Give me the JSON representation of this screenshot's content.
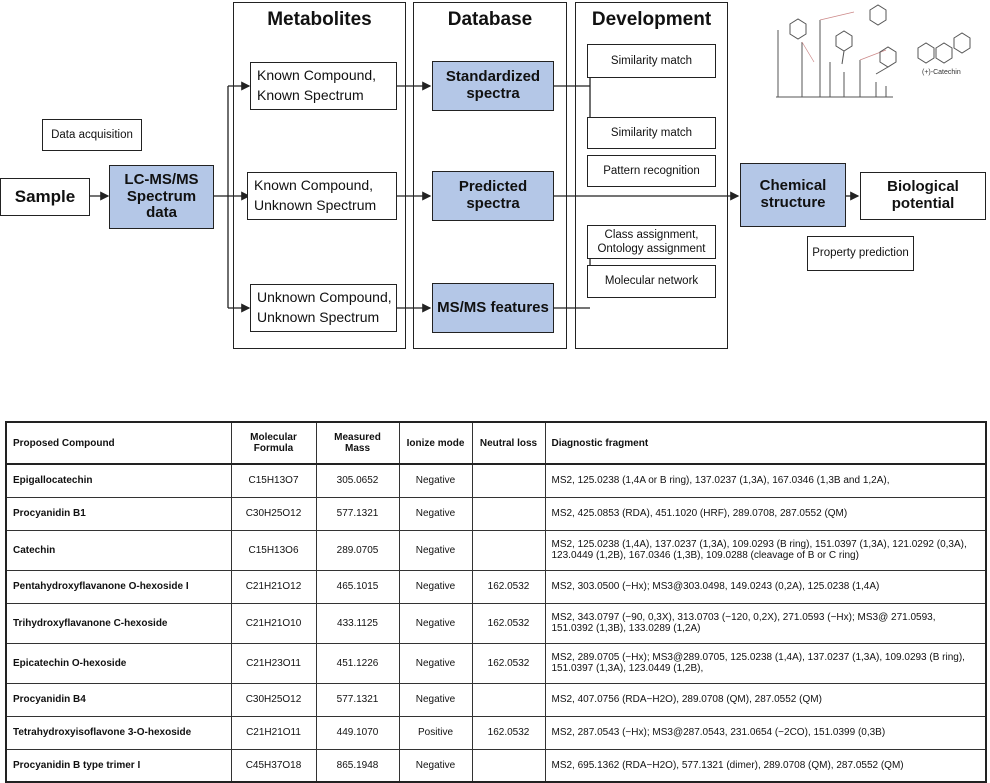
{
  "diagram": {
    "columns": {
      "metabolites": "Metabolites",
      "database": "Database",
      "development": "Development"
    },
    "data_acquisition": "Data acquisition",
    "sample": "Sample",
    "lcms": "LC-MS/MS Spectrum data",
    "metabolite_boxes": [
      "Known Compound, Known Spectrum",
      "Known Compound, Unknown Spectrum",
      "Unknown Compound, Unknown Spectrum"
    ],
    "database_boxes": [
      "Standardized spectra",
      "Predicted spectra",
      "MS/MS features"
    ],
    "development_boxes": [
      "Similarity match",
      "Similarity match",
      "Pattern recognition",
      "Class assignment, Ontology assignment",
      "Molecular network"
    ],
    "chemical_structure": "Chemical structure",
    "biological_potential": "Biological potential",
    "property_prediction": "Property prediction",
    "catechin_label": "(+)-Catechin"
  },
  "table": {
    "headers": [
      "Proposed Compound",
      "Molecular Formula",
      "Measured Mass",
      "Ionize mode",
      "Neutral loss",
      "Diagnostic fragment"
    ],
    "rows": [
      {
        "compound": "Epigallocatechin",
        "formula": "C15H13O7",
        "mass": "305.0652",
        "mode": "Negative",
        "loss": "",
        "fragment": "MS2, 125.0238 (1,4A or B ring), 137.0237 (1,3A), 167.0346 (1,3B and 1,2A),"
      },
      {
        "compound": "Procyanidin B1",
        "formula": "C30H25O12",
        "mass": "577.1321",
        "mode": "Negative",
        "loss": "",
        "fragment": "MS2, 425.0853 (RDA), 451.1020 (HRF), 289.0708, 287.0552 (QM)"
      },
      {
        "compound": "Catechin",
        "formula": "C15H13O6",
        "mass": "289.0705",
        "mode": "Negative",
        "loss": "",
        "fragment": "MS2, 125.0238 (1,4A), 137.0237 (1,3A), 109.0293 (B ring), 151.0397 (1,3A), 121.0292 (0,3A), 123.0449 (1,2B), 167.0346 (1,3B), 109.0288 (cleavage of B or C ring)"
      },
      {
        "compound": "Pentahydroxyflavanone O-hexoside I",
        "formula": "C21H21O12",
        "mass": "465.1015",
        "mode": "Negative",
        "loss": "162.0532",
        "fragment": "MS2, 303.0500 (−Hx); MS3@303.0498, 149.0243 (0,2A), 125.0238 (1,4A)"
      },
      {
        "compound": "Trihydroxyflavanone C-hexoside",
        "formula": "C21H21O10",
        "mass": "433.1125",
        "mode": "Negative",
        "loss": "162.0532",
        "fragment": "MS2, 343.0797 (−90, 0,3X), 313.0703 (−120, 0,2X), 271.0593 (−Hx); MS3@ 271.0593, 151.0392 (1,3B), 133.0289 (1,2A)"
      },
      {
        "compound": "Epicatechin O-hexoside",
        "formula": "C21H23O11",
        "mass": "451.1226",
        "mode": "Negative",
        "loss": "162.0532",
        "fragment": "MS2, 289.0705 (−Hx); MS3@289.0705, 125.0238 (1,4A), 137.0237 (1,3A), 109.0293 (B ring), 151.0397 (1,3A), 123.0449 (1,2B),"
      },
      {
        "compound": "Procyanidin B4",
        "formula": "C30H25O12",
        "mass": "577.1321",
        "mode": "Negative",
        "loss": "",
        "fragment": "MS2, 407.0756 (RDA−H2O), 289.0708 (QM), 287.0552 (QM)"
      },
      {
        "compound": "Tetrahydroxyisoflavone 3-O-hexoside",
        "formula": "C21H21O11",
        "mass": "449.1070",
        "mode": "Positive",
        "loss": "162.0532",
        "fragment": "MS2, 287.0543 (−Hx); MS3@287.0543, 231.0654 (−2CO), 151.0399 (0,3B)"
      },
      {
        "compound": "Procyanidin B type trimer I",
        "formula": "C45H37O18",
        "mass": "865.1948",
        "mode": "Negative",
        "loss": "",
        "fragment": "MS2, 695.1362 (RDA−H2O), 577.1321 (dimer), 289.0708 (QM), 287.0552 (QM)"
      }
    ]
  }
}
